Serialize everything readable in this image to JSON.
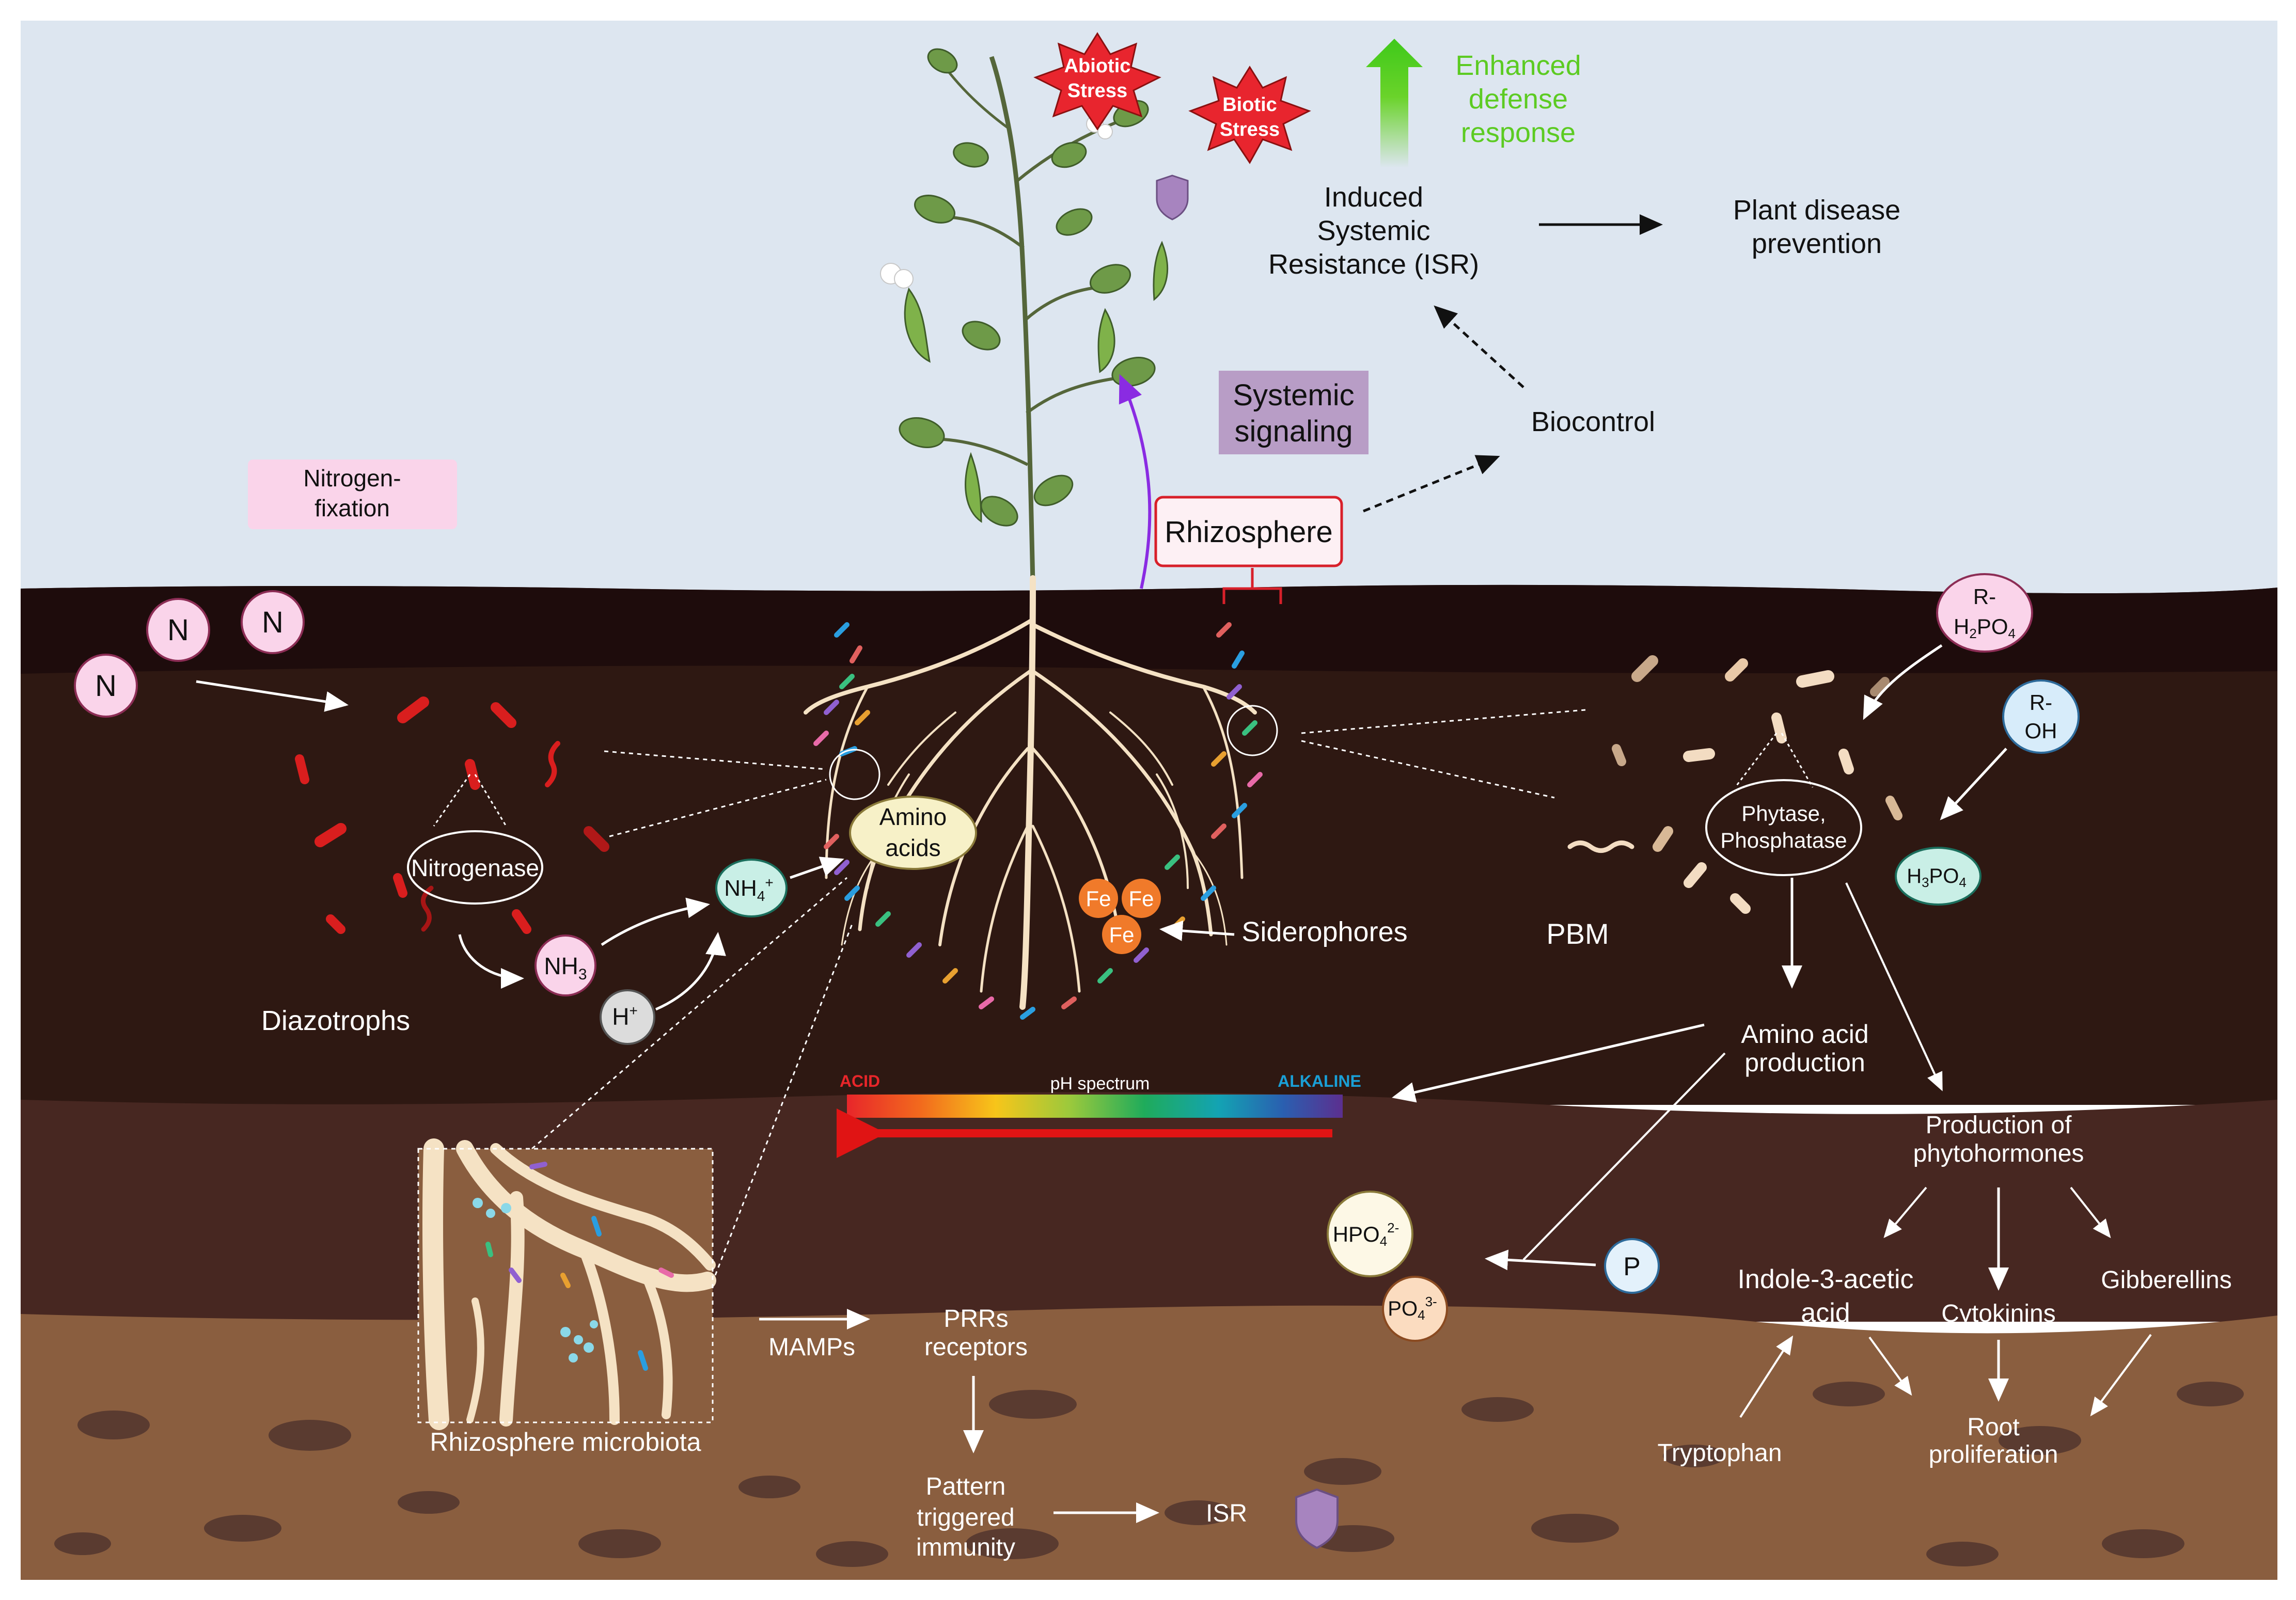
{
  "sky": {
    "abiotic_stress": [
      "Abiotic",
      "Stress"
    ],
    "biotic_stress": [
      "Biotic",
      "Stress"
    ],
    "enhanced_defense": [
      "Enhanced",
      "defense",
      "response"
    ],
    "isr": [
      "Induced",
      "Systemic",
      "Resistance (ISR)"
    ],
    "plant_disease": [
      "Plant disease",
      "prevention"
    ],
    "systemic_signaling": [
      "Systemic",
      "signaling"
    ],
    "biocontrol": "Biocontrol",
    "rhizosphere": "Rhizosphere",
    "nitrogen_fixation": [
      "Nitrogen-",
      "fixation"
    ]
  },
  "left": {
    "n_atoms": [
      "N",
      "N",
      "N"
    ],
    "nitrogenase": "Nitrogenase",
    "nh3": "NH",
    "nh3_sub": "3",
    "h_plus": "H",
    "h_plus_sup": "+",
    "nh4": "NH",
    "nh4_sub": "4",
    "nh4_sup": "+",
    "diazotrophs": "Diazotrophs"
  },
  "center": {
    "amino_acids": [
      "Amino",
      "acids"
    ],
    "fe": [
      "Fe",
      "Fe",
      "Fe"
    ],
    "siderophores": "Siderophores"
  },
  "ph": {
    "acid": "ACID",
    "title": "pH spectrum",
    "alkaline": "ALKALINE",
    "colors": {
      "acid": "#e8262a",
      "alkaline": "#1a9fd6",
      "arrow": "#e01414"
    }
  },
  "right": {
    "r_h2po4": [
      "R-",
      "H",
      "2",
      "PO",
      "4"
    ],
    "r_oh": [
      "R-",
      "OH"
    ],
    "enzyme": [
      "Phytase,",
      "Phosphatase"
    ],
    "h3po4": [
      "H",
      "3",
      "PO",
      "4"
    ],
    "pbm": "PBM",
    "amino_acid_production": [
      "Amino acid",
      "production"
    ],
    "phytohormones": [
      "Production of",
      "phytohormones"
    ],
    "iaa": [
      "Indole-3-acetic",
      "acid"
    ],
    "cytokinins": "Cytokinins",
    "gibberellins": "Gibberellins",
    "tryptophan": "Tryptophan",
    "root_proliferation": [
      "Root",
      "proliferation"
    ],
    "hpo4": [
      "HPO",
      "4",
      "2-"
    ],
    "po4": [
      "PO",
      "4",
      "3-"
    ],
    "p": "P"
  },
  "bottom": {
    "microbiota": "Rhizosphere microbiota",
    "mamps": "MAMPs",
    "prrs": [
      "PRRs",
      "receptors"
    ],
    "pti": [
      "Pattern",
      "triggered",
      "immunity"
    ],
    "isr_short": "ISR"
  },
  "colors": {
    "sky": "#dde6f0",
    "soil_top": "#241010",
    "soil_dark": "#2e1812",
    "soil_mid": "#472721",
    "soil_light": "#8a5e3f",
    "pink_box": "#fad4ea",
    "purple_box": "#b89dc6",
    "green_arrow": "#4fd01e",
    "defense_text": "#5ccb22",
    "stress_red": "#e8252e",
    "rhizosphere_border": "#d8202a"
  }
}
